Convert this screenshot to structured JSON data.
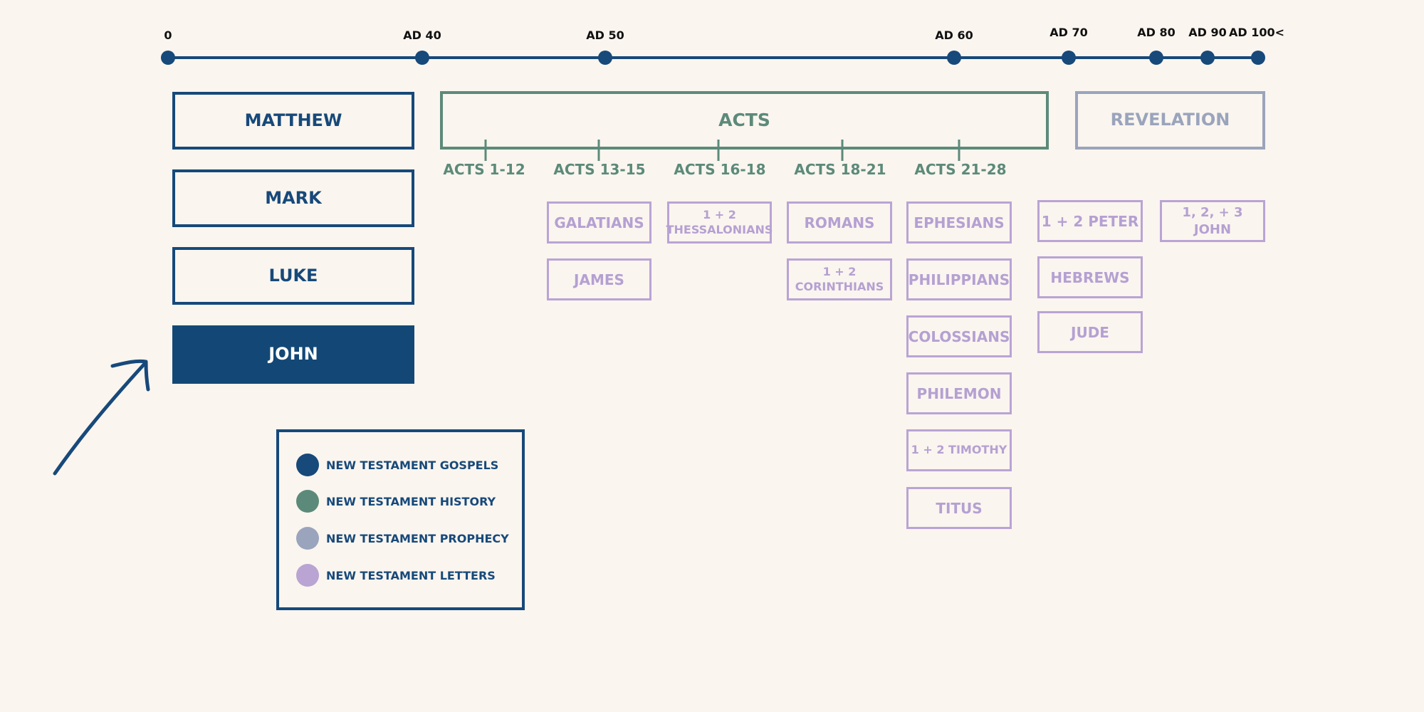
{
  "colors": {
    "gospels": "#17497a",
    "history": "#5c8a7a",
    "prophecy": "#9aa4bc",
    "letters": "#b9a4d4",
    "background": "#faf5ef"
  },
  "timeline": {
    "ticks": [
      {
        "label": "0"
      },
      {
        "label": "AD 40"
      },
      {
        "label": "AD 50"
      },
      {
        "label": "AD 60"
      },
      {
        "label": "AD 70"
      },
      {
        "label": "AD 80"
      },
      {
        "label": "AD 90"
      },
      {
        "label": "AD 100<"
      }
    ]
  },
  "gospels": {
    "matthew": "MATTHEW",
    "mark": "MARK",
    "luke": "LUKE",
    "john": "JOHN"
  },
  "history": {
    "acts": "ACTS",
    "sections": [
      "ACTS 1-12",
      "ACTS 13-15",
      "ACTS 16-18",
      "ACTS 18-21",
      "ACTS 21-28"
    ]
  },
  "prophecy": {
    "revelation": "REVELATION"
  },
  "letters": {
    "galatians": "GALATIANS",
    "james": "JAMES",
    "thessalonians_line1": "1 + 2",
    "thessalonians_line2": "THESSALONIANS",
    "romans": "ROMANS",
    "corinthians_line1": "1 + 2",
    "corinthians_line2": "CORINTHIANS",
    "ephesians": "EPHESIANS",
    "philippians": "PHILIPPIANS",
    "colossians": "COLOSSIANS",
    "philemon": "PHILEMON",
    "timothy": "1 + 2 TIMOTHY",
    "titus": "TITUS",
    "peter": "1 + 2 PETER",
    "hebrews": "HEBREWS",
    "jude": "JUDE",
    "john_letters": "1, 2, + 3 JOHN"
  },
  "legend": {
    "items": [
      {
        "label": "NEW TESTAMENT GOSPELS",
        "color": "#17497a"
      },
      {
        "label": "NEW TESTAMENT HISTORY",
        "color": "#5c8a7a"
      },
      {
        "label": "NEW TESTAMENT PROPHECY",
        "color": "#9aa4bc"
      },
      {
        "label": "NEW TESTAMENT LETTERS",
        "color": "#b9a4d4"
      }
    ]
  }
}
